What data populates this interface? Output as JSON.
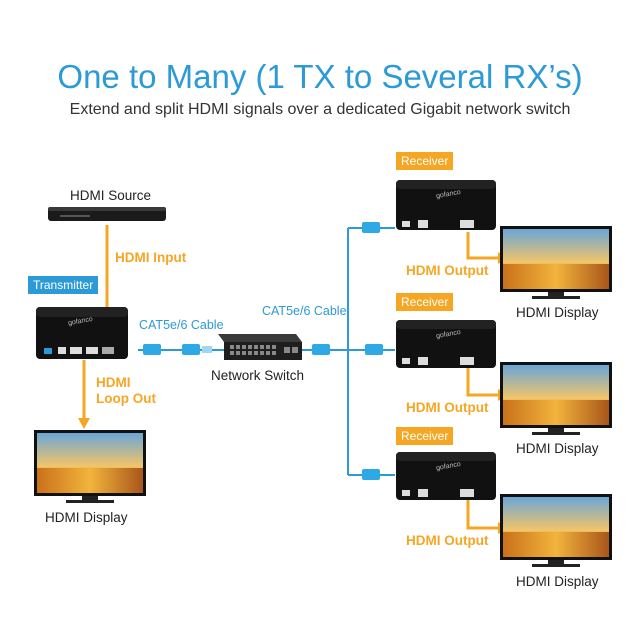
{
  "title": "One to Many (1 TX to Several RX’s)",
  "subtitle": "Extend and split HDMI signals over a dedicated Gigabit network switch",
  "source": {
    "label": "HDMI Source"
  },
  "hdmi_input_label": "HDMI Input",
  "transmitter": {
    "tag": "Transmitter",
    "brand": "gofanco"
  },
  "loop_out_label_line1": "HDMI",
  "loop_out_label_line2": "Loop Out",
  "left_display": {
    "label": "HDMI Display"
  },
  "cable_left_label": "CAT5e/6 Cable",
  "cable_right_label": "CAT5e/6 Cable",
  "switch": {
    "label": "Network Switch"
  },
  "receivers": [
    {
      "tag": "Receiver",
      "brand": "gofanco",
      "output_label": "HDMI Output",
      "display_label": "HDMI Display"
    },
    {
      "tag": "Receiver",
      "brand": "gofanco",
      "output_label": "HDMI Output",
      "display_label": "HDMI Display"
    },
    {
      "tag": "Receiver",
      "brand": "gofanco",
      "output_label": "HDMI Output",
      "display_label": "HDMI Display"
    }
  ],
  "colors": {
    "accent_blue": "#2b9ad6",
    "accent_orange": "#f5a623",
    "device_black": "#111111"
  }
}
